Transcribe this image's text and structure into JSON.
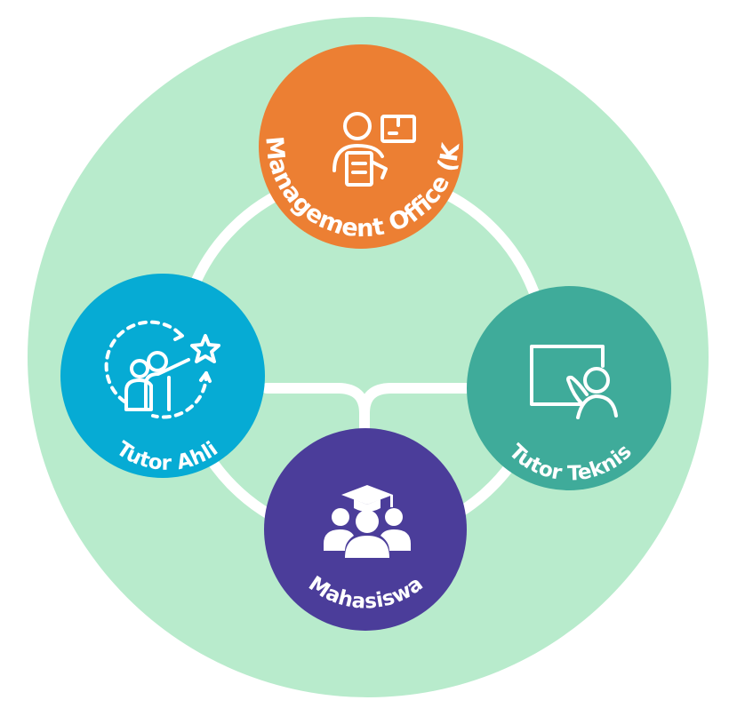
{
  "colors": {
    "background_disc": "#b8ebcc",
    "connector": "#ffffff",
    "pmo": "#ec7f33",
    "tutor_ahli": "#06abd4",
    "tutor_teknis": "#3fab9a",
    "mahasiswa": "#4b3d9a",
    "icon": "#ffffff"
  },
  "nodes": {
    "pmo": {
      "label": "Project Management Office (KOMDIGI)",
      "icon": "person-with-clipboard-and-box-icon"
    },
    "tutor_ahli": {
      "label": "Tutor Ahli",
      "icon": "mentor-pointing-to-star-icon"
    },
    "tutor_teknis": {
      "label": "Tutor Teknis",
      "icon": "presenter-at-whiteboard-icon"
    },
    "mahasiswa": {
      "label": "Mahasiswa",
      "icon": "students-group-with-graduation-cap-icon"
    }
  }
}
